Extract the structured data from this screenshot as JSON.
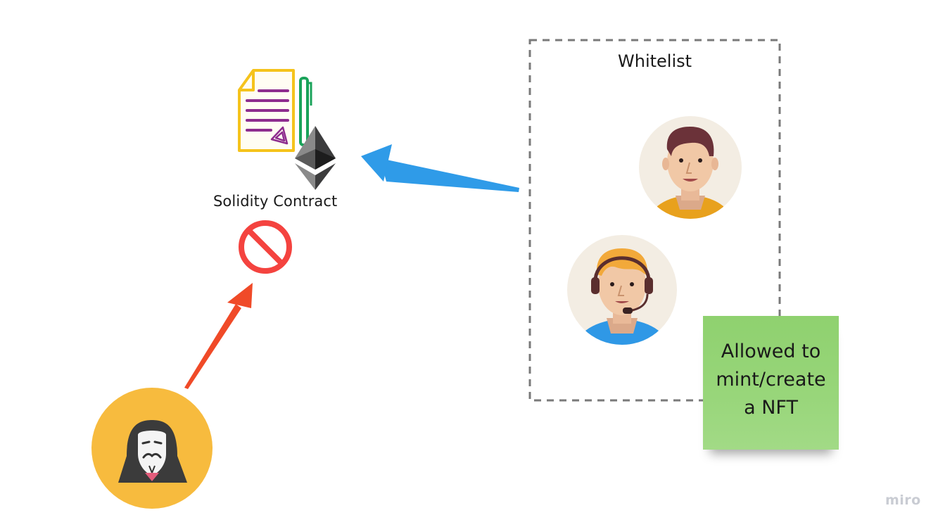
{
  "contract": {
    "label": "Solidity Contract"
  },
  "whitelist": {
    "title": "Whitelist",
    "members": [
      {
        "icon": "man-avatar-icon",
        "shirt_color": "#e8a11d"
      },
      {
        "icon": "support-agent-avatar-icon",
        "shirt_color": "#2f98e6"
      }
    ]
  },
  "sticky_note": {
    "text": "Allowed to\nmint/create\na NFT",
    "color": "#97d579"
  },
  "attacker": {
    "icon": "hacker-mask-icon",
    "background_color": "#f7bb3e"
  },
  "icons": {
    "document": "contract-document-icon",
    "pen": "pen-icon",
    "ethereum": "ethereum-icon",
    "blocked": "no-entry-icon"
  },
  "arrows": {
    "whitelist_to_contract_color": "#2f9be8",
    "attacker_to_contract_color": "#f04a28"
  },
  "branding": {
    "logo_text": "miro"
  }
}
